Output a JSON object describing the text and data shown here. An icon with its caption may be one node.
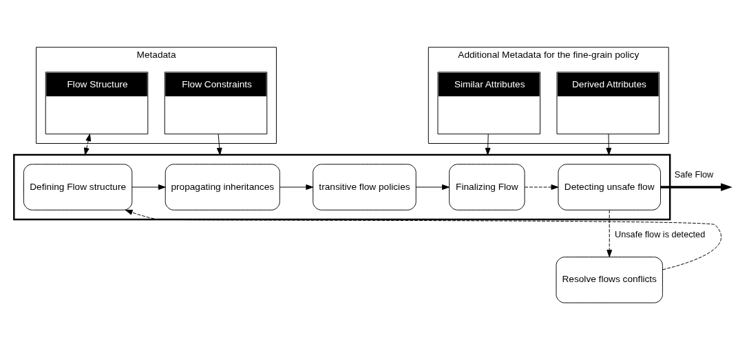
{
  "diagram": {
    "nodes": [
      {
        "text": [
          "Metadata"
        ]
      },
      {
        "text": [
          "Flow Structure"
        ],
        "in": 0
      },
      {
        "text": [
          "Flow Constraints"
        ],
        "in": 0
      },
      {
        "text": [
          "Additional Metadata for the fine-grain policy"
        ]
      },
      {
        "text": [
          "Similar Attributes"
        ],
        "in": 3
      },
      {
        "text": [
          "Derived Attributes"
        ],
        "in": 3
      },
      {
        "text": [],
        "shape": "box"
      },
      {
        "text": [
          "Defining Flow structure"
        ],
        "in": 6
      },
      {
        "text": [
          "propagating inheritances"
        ],
        "in": 6
      },
      {
        "text": [
          "transitive flow policies"
        ],
        "in": 6
      },
      {
        "text": [
          "Finalizing Flow"
        ],
        "in": 6
      },
      {
        "text": [
          "Detecting unsafe flow"
        ],
        "in": 6
      },
      {
        "text": [
          "Resolve flows conflicts"
        ]
      }
    ],
    "edges": [
      {
        "from": 1,
        "to": 6,
        "arrow": "both",
        "style": "dashed"
      },
      {
        "from": 2,
        "to": 6,
        "arrow": "to"
      },
      {
        "from": 4,
        "to": 6,
        "arrow": "to"
      },
      {
        "from": 5,
        "to": 6,
        "arrow": "to"
      },
      {
        "from": 7,
        "to": 8,
        "arrow": "to"
      },
      {
        "from": 8,
        "to": 9,
        "arrow": "to"
      },
      {
        "from": 9,
        "to": 10,
        "arrow": "to"
      },
      {
        "from": 10,
        "to": 11,
        "arrow": "to",
        "style": "dashed"
      },
      {
        "from": 11,
        "to": null,
        "arrow": "to",
        "style": "thick",
        "label": "Safe Flow"
      },
      {
        "from": 11,
        "to": 12,
        "arrow": "to",
        "style": "dashed",
        "label": "Unsafe flow is detected"
      },
      {
        "from": 12,
        "to": 7,
        "arrow": "to",
        "style": "dashed"
      }
    ]
  }
}
